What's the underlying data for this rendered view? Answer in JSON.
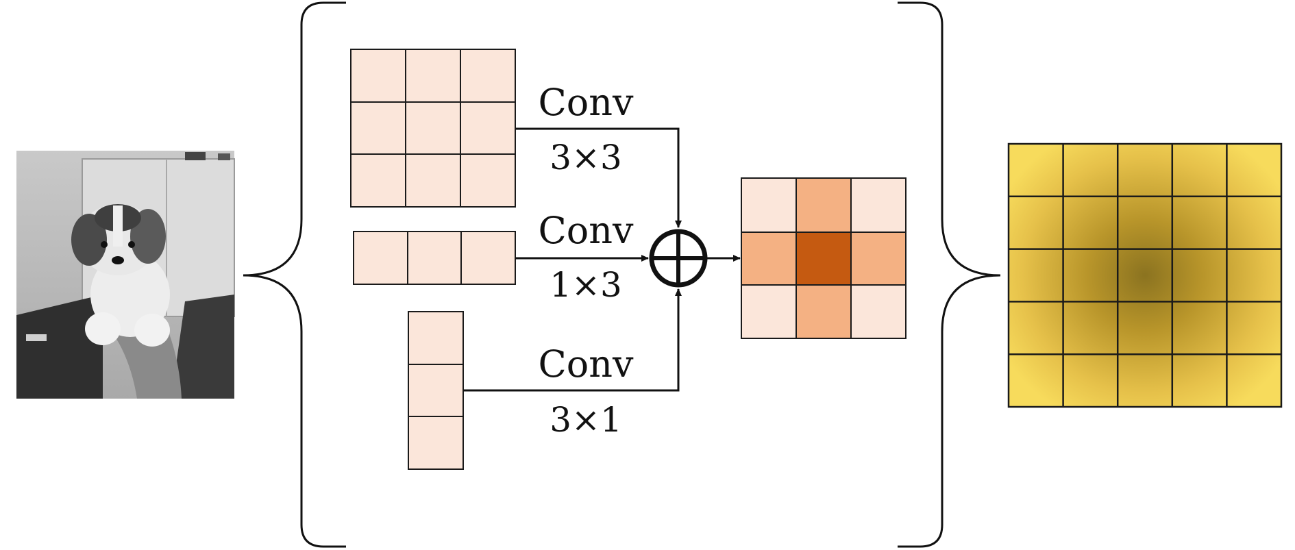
{
  "branches": [
    {
      "label_top": "Conv",
      "label_bottom": "3×3",
      "kernel": "3x3"
    },
    {
      "label_top": "Conv",
      "label_bottom": "1×3",
      "kernel": "1x3"
    },
    {
      "label_top": "Conv",
      "label_bottom": "3×1",
      "kernel": "3x1"
    }
  ],
  "operator": {
    "symbol": "⊕",
    "meaning": "element-wise sum"
  },
  "colors": {
    "kernel_cell_fill": "#fbe6da",
    "merged_center": "#c55a11",
    "merged_cross": "#f4b183",
    "merged_corner": "#fbe6da",
    "feature_map_light": "#f5d860",
    "feature_map_dark": "#8b7320",
    "grid_line": "#1a1a1a"
  },
  "icons": [
    "input-photo",
    "left-brace",
    "right-brace",
    "plus-circle-icon"
  ]
}
